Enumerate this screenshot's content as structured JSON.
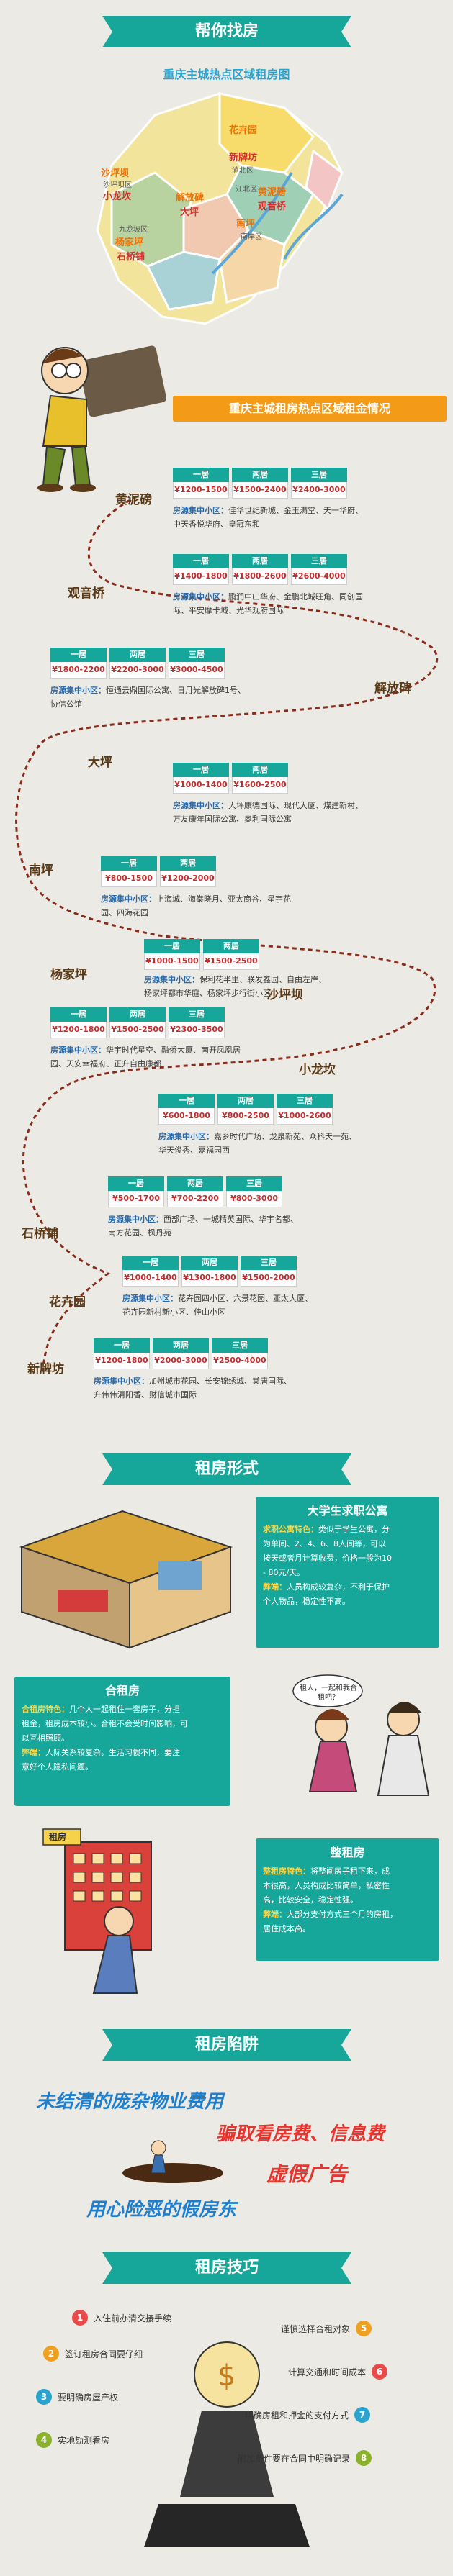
{
  "sections": {
    "help_find": "帮你找房",
    "rent_form": "租房形式",
    "rent_trap": "租房陷阱",
    "rent_tips": "租房技巧"
  },
  "map": {
    "subtitle": "重庆主城热点区域租房图",
    "districts": [
      {
        "name": "花卉园",
        "color": "orange"
      },
      {
        "name": "新牌坊",
        "color": "red"
      },
      {
        "name": "渝北区",
        "color": "small"
      },
      {
        "name": "沙坪坝",
        "color": "orange"
      },
      {
        "name": "沙坪坝区",
        "color": "small"
      },
      {
        "name": "小龙坎",
        "color": "red"
      },
      {
        "name": "解放碑",
        "color": "orange"
      },
      {
        "name": "大坪",
        "color": "red"
      },
      {
        "name": "江北区",
        "color": "small"
      },
      {
        "name": "观音桥",
        "color": "red"
      },
      {
        "name": "黄泥磅",
        "color": "orange"
      },
      {
        "name": "南坪",
        "color": "orange"
      },
      {
        "name": "九龙坡区",
        "color": "small"
      },
      {
        "name": "杨家坪",
        "color": "orange"
      },
      {
        "name": "石桥铺",
        "color": "red"
      },
      {
        "name": "南岸区",
        "color": "small"
      }
    ]
  },
  "rent_bar": "重庆主城租房热点区域租金情况",
  "stops": [
    {
      "name": "黄泥磅"
    },
    {
      "name": "观音桥"
    },
    {
      "name": "解放碑"
    },
    {
      "name": "大坪"
    },
    {
      "name": "南坪"
    },
    {
      "name": "杨家坪"
    },
    {
      "name": "沙坪坝"
    },
    {
      "name": "小龙坎"
    },
    {
      "name": "石桥铺"
    },
    {
      "name": "花卉园"
    },
    {
      "name": "新牌坊"
    }
  ],
  "price_header": {
    "one": "一居",
    "two": "两居",
    "three": "三居"
  },
  "areas": [
    {
      "prices": [
        "¥1200-1500",
        "¥1500-2400",
        "¥2400-3000"
      ],
      "label": "房源集中小区：",
      "text1": "佳华世纪新城、金玉满堂、天一华府、",
      "text2": "中天香悦华府、皇冠东和"
    },
    {
      "prices": [
        "¥1400-1800",
        "¥1800-2600",
        "¥2600-4000"
      ],
      "label": "房源集中小区：",
      "text1": "鹏润中山华府、金鹏北城旺角、同创国",
      "text2": "际、平安摩卡城、光华观府国际"
    },
    {
      "prices": [
        "¥1800-2200",
        "¥2200-3000",
        "¥3000-4500"
      ],
      "label": "房源集中小区：",
      "text1": "恒通云鼎国际公寓、日月光解放碑1号、",
      "text2": "协信公馆"
    },
    {
      "prices": [
        "¥1000-1400",
        "¥1600-2500",
        ""
      ],
      "label": "房源集中小区：",
      "text1": "大坪康德国际、现代大厦、煤建新村、",
      "text2": "万友康年国际公寓、奥利国际公寓"
    },
    {
      "prices": [
        "¥800-1500",
        "¥1200-2000",
        ""
      ],
      "label": "房源集中小区：",
      "text1": "上海城、海棠晓月、亚太商谷、星宇花",
      "text2": "园、四海花园"
    },
    {
      "prices": [
        "¥1000-1500",
        "¥1500-2500",
        ""
      ],
      "label": "房源集中小区：",
      "text1": "保利花半里、联发鑫园、自由左岸、",
      "text2": "杨家坪都市华庭、杨家坪步行街小区"
    },
    {
      "prices": [
        "¥1200-1800",
        "¥1500-2500",
        "¥2300-3500"
      ],
      "label": "房源集中小区：",
      "text1": "华宇时代星空、融侨大厦、南开凤凰居",
      "text2": "园、天安幸福府、正升自由康都"
    },
    {
      "prices": [
        "¥600-1800",
        "¥800-2500",
        "¥1000-2600"
      ],
      "label": "房源集中小区：",
      "text1": "嘉乡时代广场、龙泉新苑、众科天一苑、",
      "text2": "华天俊秀、嘉福园西"
    },
    {
      "prices": [
        "¥500-1700",
        "¥700-2200",
        "¥800-3000"
      ],
      "label": "房源集中小区：",
      "text1": "西部广场、一城精英国际、华宇名都、",
      "text2": "南方花园、枫丹苑"
    },
    {
      "prices": [
        "¥1000-1400",
        "¥1300-1800",
        "¥1500-2000"
      ],
      "label": "房源集中小区：",
      "text1": "花卉园四小区、六景花园、亚太大厦、",
      "text2": "花卉园新村新小区、佳山小区"
    },
    {
      "prices": [
        "¥1200-1800",
        "¥2000-3000",
        "¥2500-4000"
      ],
      "label": "房源集中小区：",
      "text1": "加州城市花园、长安锦绣城、棠唐国际、",
      "text2": "升伟伟清阳香、财信城市国际"
    }
  ],
  "forms": {
    "student": {
      "title": "大学生求职公寓",
      "k1": "求职公寓特色：",
      "t1": "类似于学生公寓，分",
      "t2": "为单间、2、4、6、8人间等，可以",
      "t3": "按天或者月计算收费，价格一般为10",
      "t4": "- 80元/天。",
      "k2": "弊端：",
      "t5": "人员构成较复杂，不利于保护",
      "t6": "个人物品，稳定性不高。"
    },
    "share": {
      "title": "合租房",
      "k1": "合租房特色：",
      "t1": "几个人一起租住一套房子，分担",
      "t2": "租金，租房成本较小。合租不会受时间影响，可",
      "t3": "以互相照顾。",
      "k2": "弊端：",
      "t4": "人际关系较复杂，生活习惯不同，要注",
      "t5": "意好个人隐私问题。"
    },
    "whole": {
      "title": "整租房",
      "k1": "整租房特色：",
      "t1": "将整间房子租下来，成",
      "t2": "本很高，人员构成比较简单，私密性",
      "t3": "高，比较安全，稳定性强。",
      "k2": "弊端：",
      "t4": "大部分支付方式三个月的房租，",
      "t5": "居住成本高。"
    },
    "sign": "租房",
    "bubble": "租人，一起和我合租吧？"
  },
  "traps": {
    "t1": "未结清的庞杂物业费用",
    "t2": "骗取看房费、信息费",
    "t3": "虚假广告",
    "t4": "用心险恶的假房东"
  },
  "tips": [
    {
      "n": "1",
      "text": "入住前办清交接手续"
    },
    {
      "n": "2",
      "text": "签订租房合同要仔细"
    },
    {
      "n": "3",
      "text": "要明确房屋产权"
    },
    {
      "n": "4",
      "text": "实地勘测看房"
    },
    {
      "n": "5",
      "text": "谨慎选择合租对象"
    },
    {
      "n": "6",
      "text": "计算交通和时间成本"
    },
    {
      "n": "7",
      "text": "明确房租和押金的支付方式"
    },
    {
      "n": "8",
      "text": "附加条件要在合同中明确记录"
    }
  ],
  "colors": {
    "teal": "#17a79a",
    "orange": "#f39a16",
    "price_red": "#c42d2d",
    "path_brown": "#8a2c1c"
  }
}
